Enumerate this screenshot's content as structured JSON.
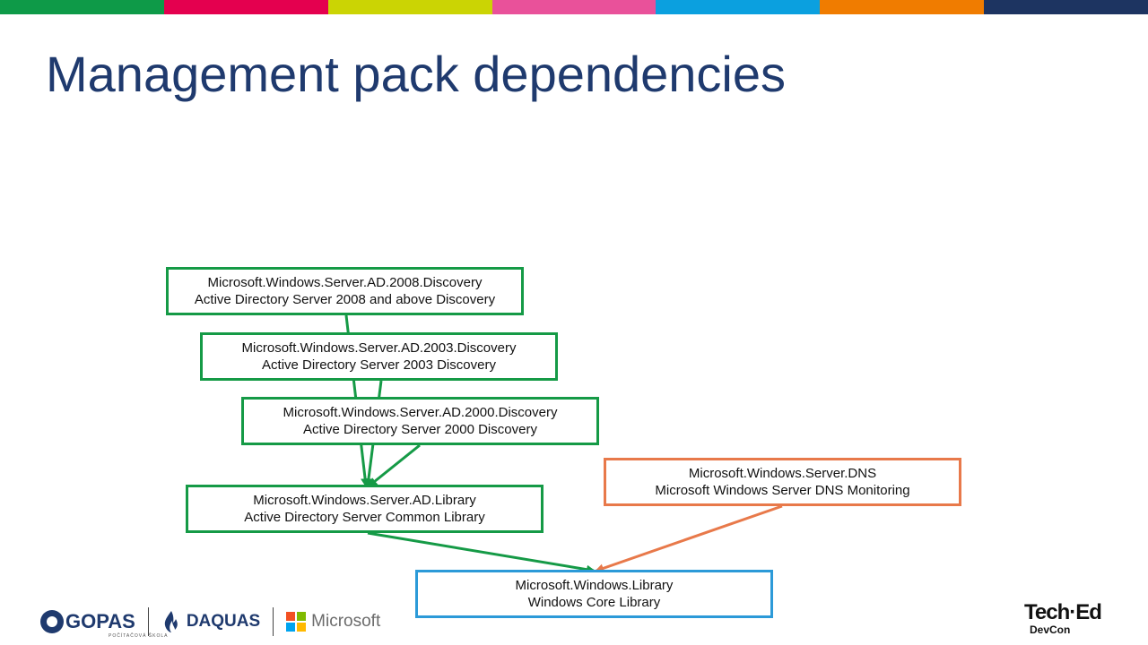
{
  "title": "Management pack dependencies",
  "colors": {
    "top_bar": [
      "#0e9a48",
      "#e4004f",
      "#cbd404",
      "#e9519a",
      "#0ba0df",
      "#f07c00",
      "#1d3461"
    ],
    "title": "#1f3a6e",
    "dependency_green": "#159a46",
    "dependency_orange": "#e8794a",
    "core_blue": "#2c9ad8"
  },
  "diagram": {
    "nodes": [
      {
        "id": "ad2008",
        "line1": "Microsoft.Windows.Server.AD.2008.Discovery",
        "line2": "Active Directory Server 2008 and above Discovery"
      },
      {
        "id": "ad2003",
        "line1": "Microsoft.Windows.Server.AD.2003.Discovery",
        "line2": "Active Directory Server 2003 Discovery"
      },
      {
        "id": "ad2000",
        "line1": "Microsoft.Windows.Server.AD.2000.Discovery",
        "line2": "Active Directory Server 2000 Discovery"
      },
      {
        "id": "dns",
        "line1": "Microsoft.Windows.Server.DNS",
        "line2": "Microsoft Windows Server DNS Monitoring"
      },
      {
        "id": "adlib",
        "line1": "Microsoft.Windows.Server.AD.Library",
        "line2": "Active Directory Server Common Library"
      },
      {
        "id": "winlib",
        "line1": "Microsoft.Windows.Library",
        "line2": "Windows Core Library"
      }
    ],
    "edges": [
      {
        "from": "ad2008",
        "to": "adlib"
      },
      {
        "from": "ad2003",
        "to": "adlib"
      },
      {
        "from": "ad2000",
        "to": "adlib"
      },
      {
        "from": "adlib",
        "to": "winlib"
      },
      {
        "from": "dns",
        "to": "winlib"
      }
    ]
  },
  "footer": {
    "logos": [
      {
        "name": "GOPAS",
        "text": "GOPAS",
        "subtext": "POČÍTAČOVÁ ŠKOLA"
      },
      {
        "name": "DAQUAS",
        "text": "DAQUAS"
      },
      {
        "name": "Microsoft",
        "text": "Microsoft"
      }
    ],
    "teched": {
      "line1": "Tech·Ed",
      "line2": "DevCon"
    }
  }
}
